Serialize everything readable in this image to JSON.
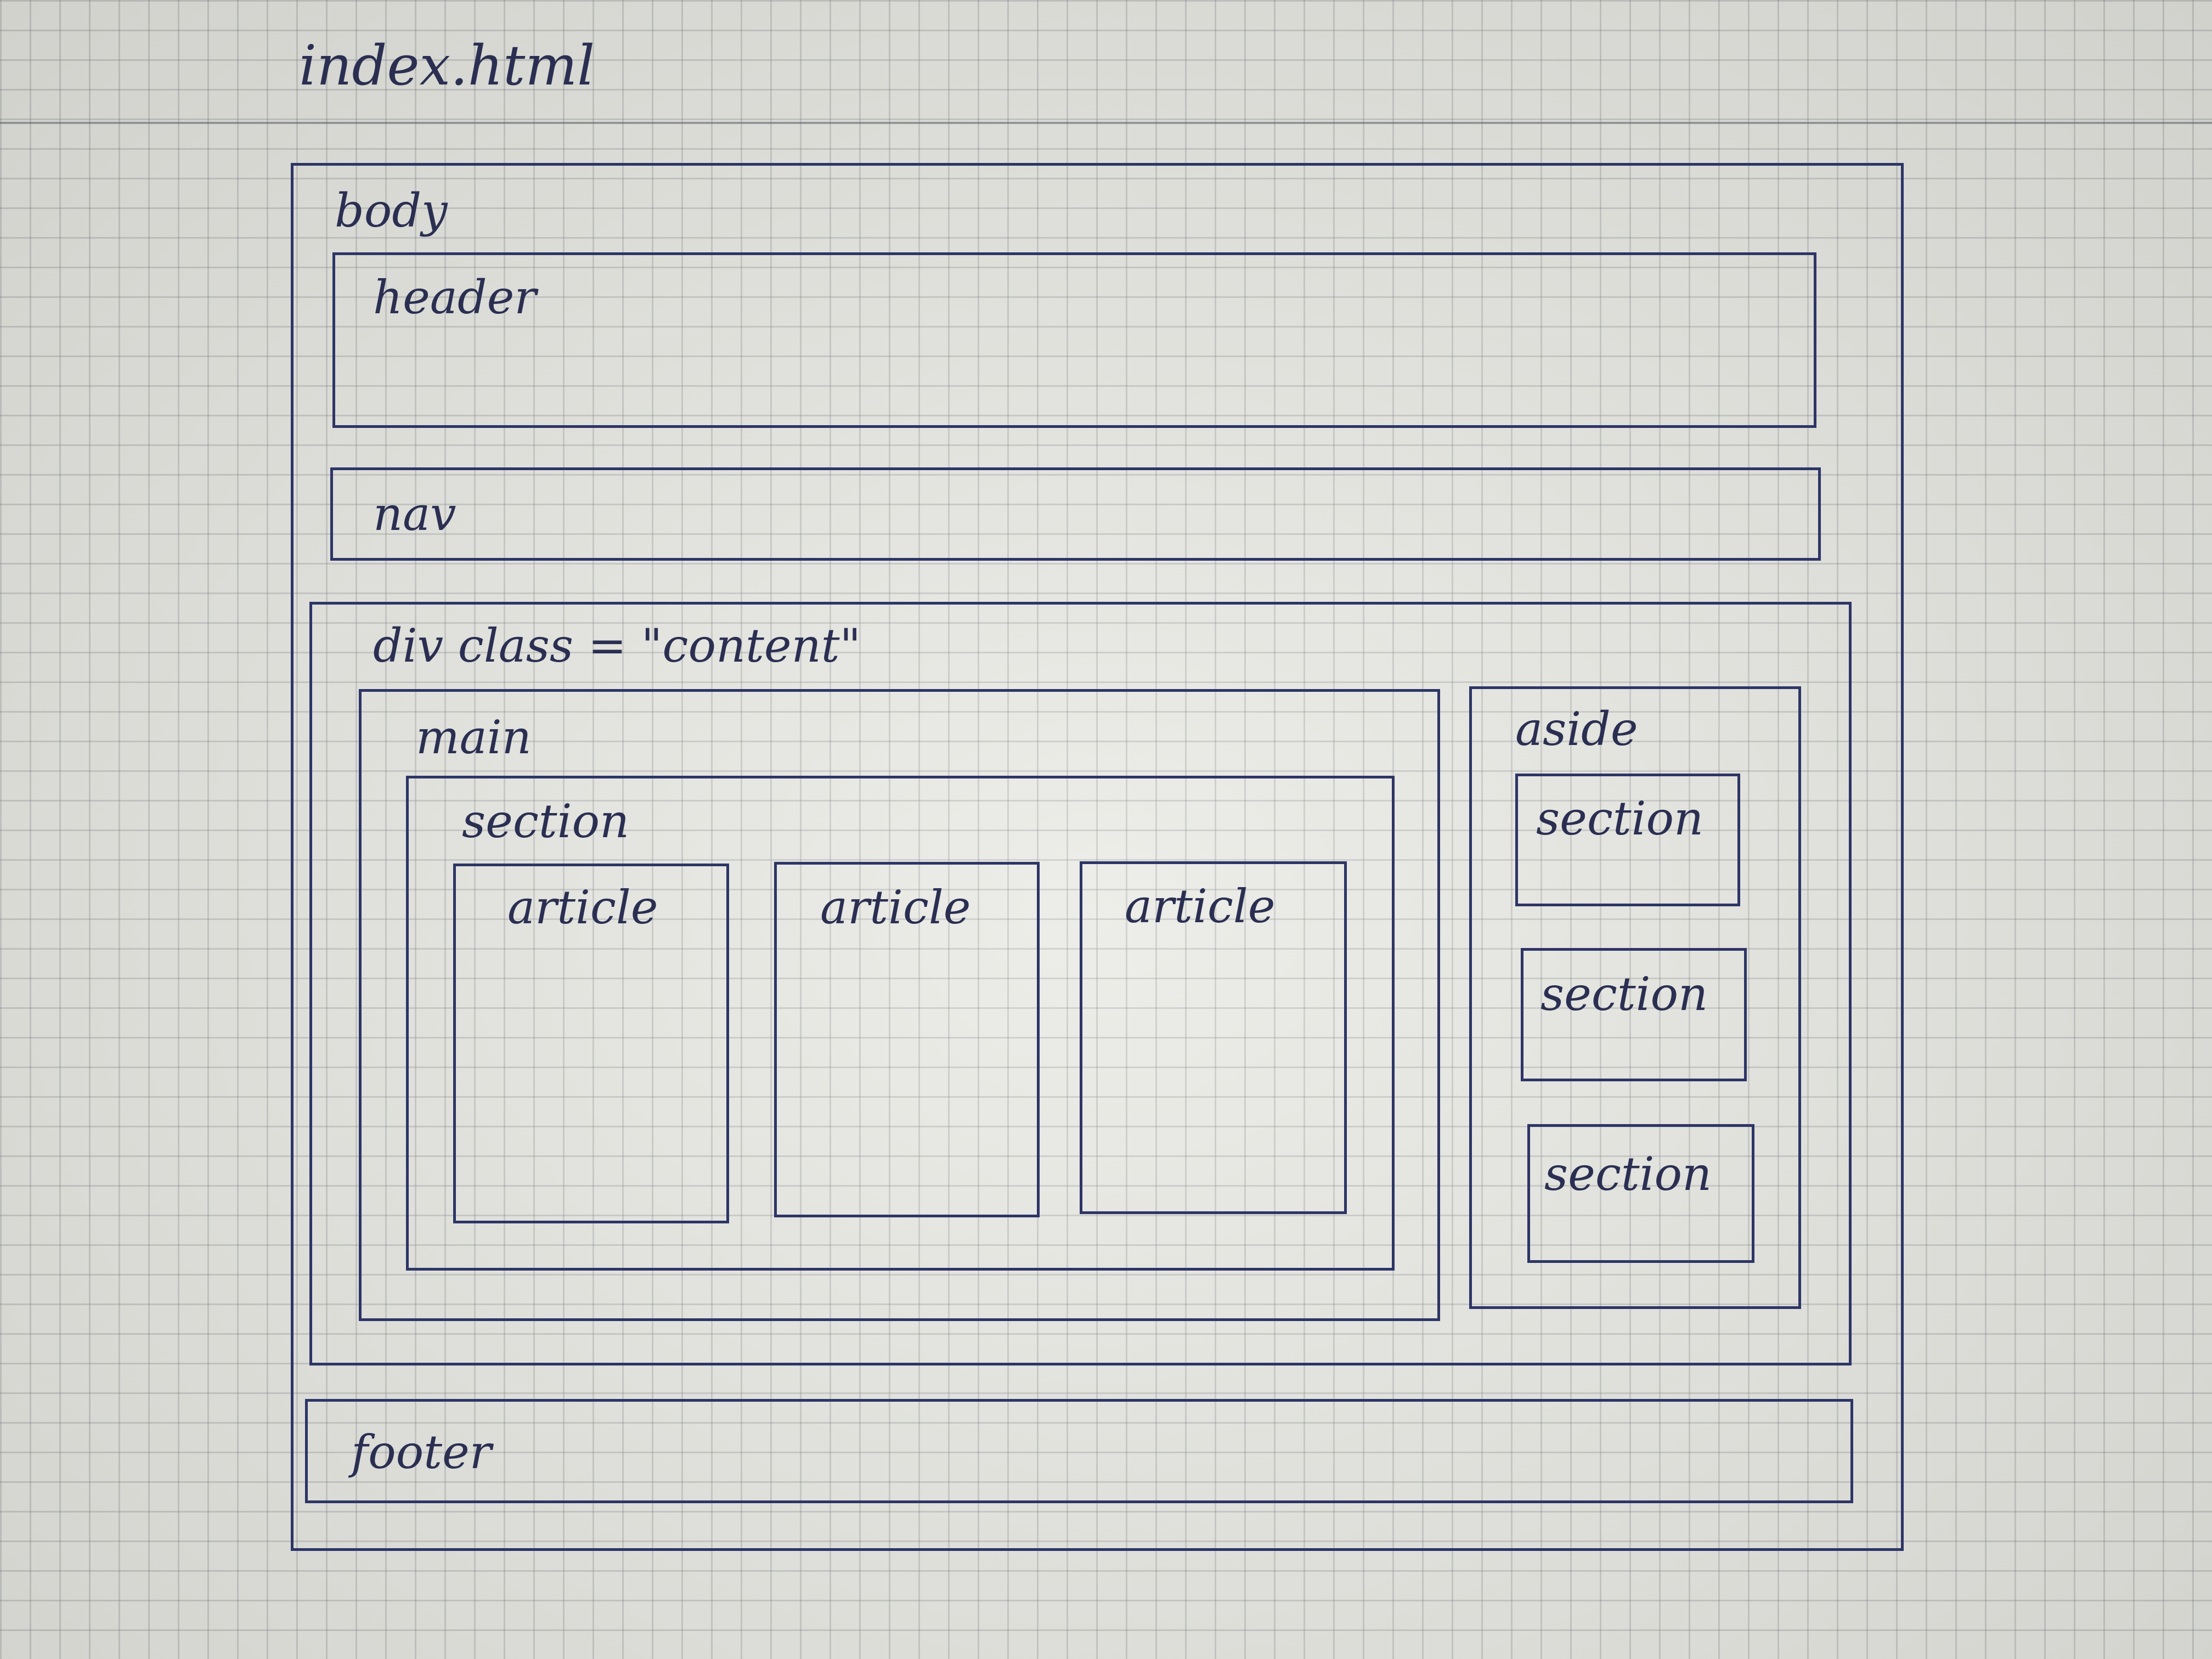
{
  "file_title": "index.html",
  "labels": {
    "body": "body",
    "header": "header",
    "nav": "nav",
    "content_div": "div class = \"content\"",
    "main": "main",
    "main_section": "section",
    "articles": [
      "article",
      "article",
      "article"
    ],
    "aside": "aside",
    "aside_sections": [
      "section",
      "section",
      "section"
    ],
    "footer": "footer"
  },
  "colors": {
    "ink": "#2d3566",
    "paper": "#e9e9e4",
    "grid": "#787d7d"
  }
}
